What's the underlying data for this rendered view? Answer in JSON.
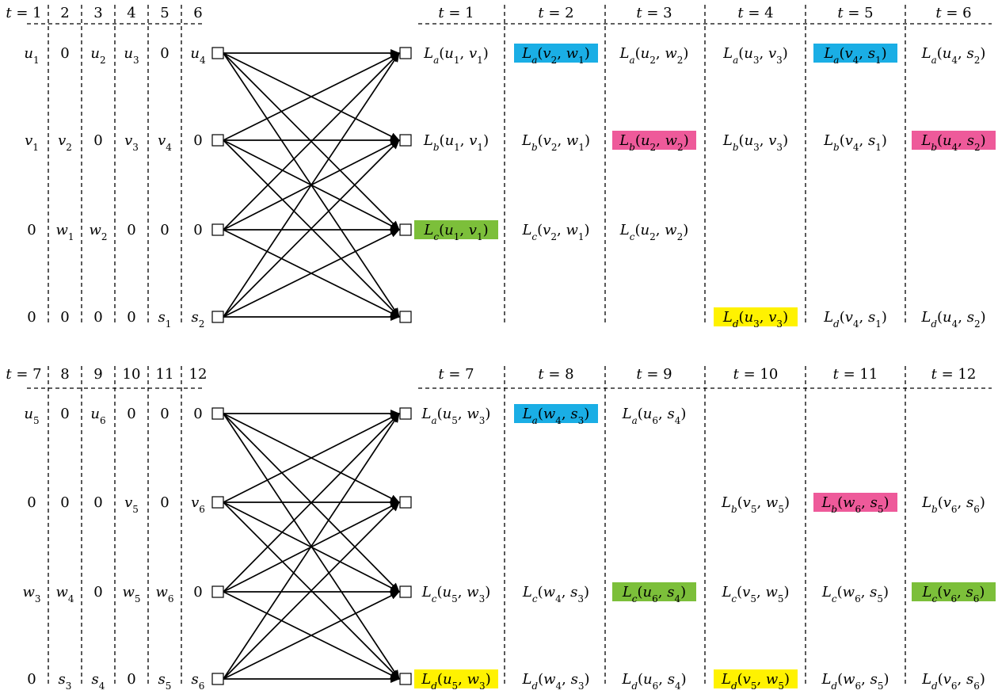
{
  "colors": {
    "a": "#1aaee5",
    "b": "#ee5a9a",
    "c": "#7cbf3a",
    "d": "#fff200",
    "line": "#000000"
  },
  "icons": {
    "node": "square-node-icon",
    "arrow": "arrow-icon"
  },
  "panels": [
    {
      "left_headers": [
        "t = 1",
        "2",
        "3",
        "4",
        "5",
        "6"
      ],
      "left_rows": [
        [
          "u1",
          "0",
          "u2",
          "u3",
          "0",
          "u4"
        ],
        [
          "v1",
          "v2",
          "0",
          "v3",
          "v4",
          "0"
        ],
        [
          "0",
          "w1",
          "w2",
          "0",
          "0",
          "0"
        ],
        [
          "0",
          "0",
          "0",
          "0",
          "s1",
          "s2"
        ]
      ],
      "right_headers": [
        "t = 1",
        "t = 2",
        "t = 3",
        "t = 4",
        "t = 5",
        "t = 6"
      ],
      "right_rows": [
        [
          {
            "l": "a",
            "args": "u1, v1",
            "hl": false
          },
          {
            "l": "a",
            "args": "v2, w1",
            "hl": true
          },
          {
            "l": "a",
            "args": "u2, w2",
            "hl": false
          },
          {
            "l": "a",
            "args": "u3, v3",
            "hl": false
          },
          {
            "l": "a",
            "args": "v4, s1",
            "hl": true
          },
          {
            "l": "a",
            "args": "u4, s2",
            "hl": false
          }
        ],
        [
          {
            "l": "b",
            "args": "u1, v1",
            "hl": false
          },
          {
            "l": "b",
            "args": "v2, w1",
            "hl": false
          },
          {
            "l": "b",
            "args": "u2, w2",
            "hl": true
          },
          {
            "l": "b",
            "args": "u3, v3",
            "hl": false
          },
          {
            "l": "b",
            "args": "v4, s1",
            "hl": false
          },
          {
            "l": "b",
            "args": "u4, s2",
            "hl": true
          }
        ],
        [
          {
            "l": "c",
            "args": "u1, v1",
            "hl": true
          },
          {
            "l": "c",
            "args": "v2, w1",
            "hl": false
          },
          {
            "l": "c",
            "args": "u2, w2",
            "hl": false
          },
          null,
          null,
          null
        ],
        [
          null,
          null,
          null,
          {
            "l": "d",
            "args": "u3, v3",
            "hl": true
          },
          {
            "l": "d",
            "args": "v4, s1",
            "hl": false
          },
          {
            "l": "d",
            "args": "u4, s2",
            "hl": false
          }
        ]
      ]
    },
    {
      "left_headers": [
        "t = 7",
        "8",
        "9",
        "10",
        "11",
        "12"
      ],
      "left_rows": [
        [
          "u5",
          "0",
          "u6",
          "0",
          "0",
          "0"
        ],
        [
          "0",
          "0",
          "0",
          "v5",
          "0",
          "v6"
        ],
        [
          "w3",
          "w4",
          "0",
          "w5",
          "w6",
          "0"
        ],
        [
          "0",
          "s3",
          "s4",
          "0",
          "s5",
          "s6"
        ]
      ],
      "right_headers": [
        "t = 7",
        "t = 8",
        "t = 9",
        "t = 10",
        "t = 11",
        "t = 12"
      ],
      "right_rows": [
        [
          {
            "l": "a",
            "args": "u5, w3",
            "hl": false
          },
          {
            "l": "a",
            "args": "w4, s3",
            "hl": true
          },
          {
            "l": "a",
            "args": "u6, s4",
            "hl": false
          },
          null,
          null,
          null
        ],
        [
          null,
          null,
          null,
          {
            "l": "b",
            "args": "v5, w5",
            "hl": false
          },
          {
            "l": "b",
            "args": "w6, s5",
            "hl": true
          },
          {
            "l": "b",
            "args": "v6, s6",
            "hl": false
          }
        ],
        [
          {
            "l": "c",
            "args": "u5, w3",
            "hl": false
          },
          {
            "l": "c",
            "args": "w4, s3",
            "hl": false
          },
          {
            "l": "c",
            "args": "u6, s4",
            "hl": true
          },
          {
            "l": "c",
            "args": "v5, w5",
            "hl": false
          },
          {
            "l": "c",
            "args": "w6, s5",
            "hl": false
          },
          {
            "l": "c",
            "args": "v6, s6",
            "hl": true
          }
        ],
        [
          {
            "l": "d",
            "args": "u5, w3",
            "hl": true
          },
          {
            "l": "d",
            "args": "w4, s3",
            "hl": false
          },
          {
            "l": "d",
            "args": "u6, s4",
            "hl": false
          },
          {
            "l": "d",
            "args": "v5, w5",
            "hl": true
          },
          {
            "l": "d",
            "args": "w6, s5",
            "hl": false
          },
          {
            "l": "d",
            "args": "v6, s6",
            "hl": false
          }
        ]
      ]
    }
  ]
}
